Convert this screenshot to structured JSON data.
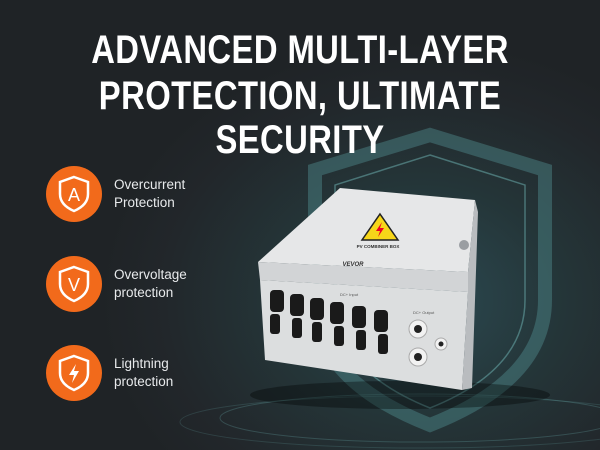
{
  "headline": {
    "line1": "ADVANCED MULTI-LAYER",
    "line2": "PROTECTION, ULTIMATE SECURITY"
  },
  "features": [
    {
      "icon": "shield-a-icon",
      "letter": "A",
      "line1": "Overcurrent",
      "line2": "Protection"
    },
    {
      "icon": "shield-v-icon",
      "letter": "V",
      "line1": "Overvoltage",
      "line2": "protection"
    },
    {
      "icon": "shield-lightning-icon",
      "letter": "",
      "line1": "Lightning",
      "line2": "protection"
    }
  ],
  "product": {
    "brand": "VEVOR",
    "label": "PV COMBINER BOX",
    "input_label": "DC+ Input",
    "output_label": "DC+ Output"
  },
  "colors": {
    "accent": "#f26a1b",
    "background": "#22282b",
    "shield_glow": "#6fb6b6"
  }
}
